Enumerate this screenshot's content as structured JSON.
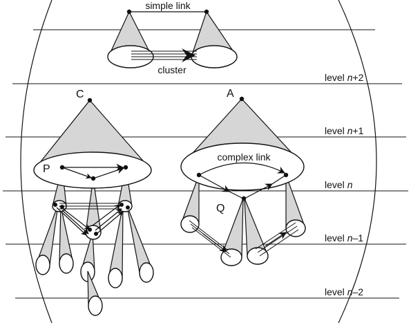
{
  "labels": {
    "simple_link": "simple link",
    "cluster": "cluster",
    "complex_link": "complex link",
    "C": "C",
    "A": "A",
    "P": "P",
    "Q": "Q"
  },
  "levels": [
    {
      "prefix": "level ",
      "var": "n",
      "suffix": "+2"
    },
    {
      "prefix": "level ",
      "var": "n",
      "suffix": "+1"
    },
    {
      "prefix": "level ",
      "var": "n",
      "suffix": ""
    },
    {
      "prefix": "level ",
      "var": "n",
      "suffix": "–1"
    },
    {
      "prefix": "level ",
      "var": "n",
      "suffix": "–2"
    }
  ],
  "colors": {
    "cone_fill": "#d6d6d6",
    "stroke": "#111111"
  }
}
